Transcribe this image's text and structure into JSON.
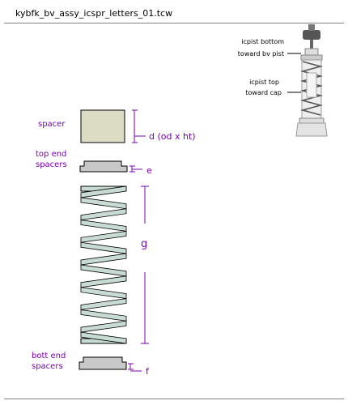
{
  "title": "kybfk_bv_assy_icspr_letters_01.tcw",
  "labels": {
    "spacer": "spacer",
    "d": "d  (od x ht)",
    "top_end_1": "top end",
    "top_end_2": "spacers",
    "e": "e",
    "g": "g",
    "bott_end_1": "bott end",
    "bott_end_2": "spacers",
    "f": "f"
  },
  "thumbnail": {
    "icpist_bottom_1": "icpist bottom",
    "icpist_bottom_2": "toward bv pist",
    "icpist_top_1": "icpist top",
    "icpist_top_2": "toward cap"
  },
  "colors": {
    "label_purple": "#7a00b0",
    "spacer_fill": "#dcdcc4",
    "end_spacer_fill": "#c8c8c8",
    "spring_fill": "#c8dcd4"
  }
}
